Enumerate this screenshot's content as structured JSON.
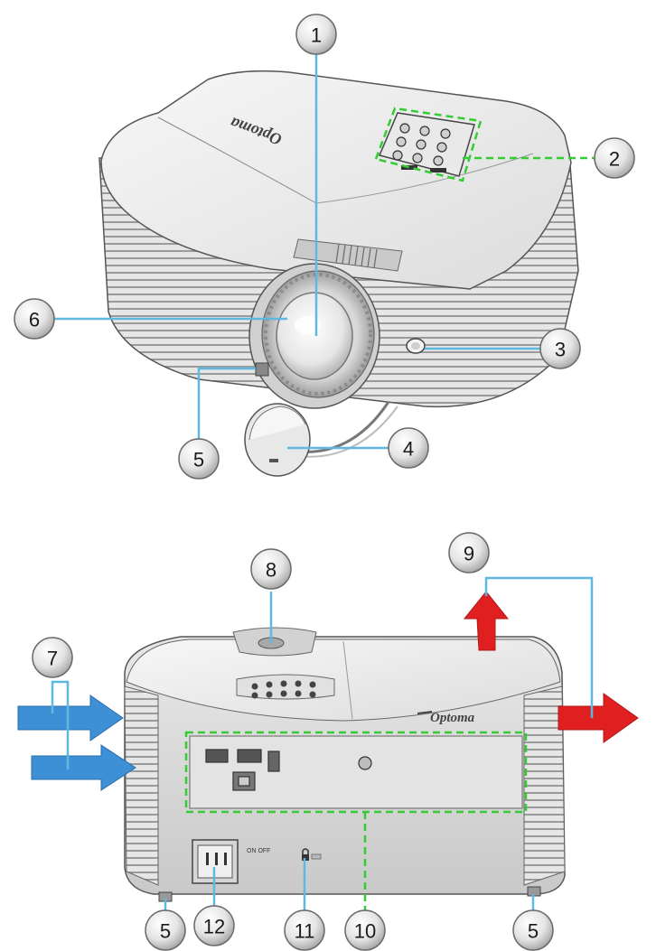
{
  "brand": "Optoma",
  "rear_panel_marks": {
    "power_switch": "ON OFF",
    "kensington": ""
  },
  "callouts": [
    {
      "id": "1",
      "label": "1",
      "view": "front"
    },
    {
      "id": "2",
      "label": "2",
      "view": "front"
    },
    {
      "id": "3",
      "label": "3",
      "view": "front"
    },
    {
      "id": "4",
      "label": "4",
      "view": "front"
    },
    {
      "id": "5",
      "label": "5",
      "view": "front"
    },
    {
      "id": "6",
      "label": "6",
      "view": "front"
    },
    {
      "id": "7",
      "label": "7",
      "view": "rear"
    },
    {
      "id": "8",
      "label": "8",
      "view": "rear"
    },
    {
      "id": "9",
      "label": "9",
      "view": "rear"
    },
    {
      "id": "10",
      "label": "10",
      "view": "rear"
    },
    {
      "id": "11",
      "label": "11",
      "view": "rear"
    },
    {
      "id": "12",
      "label": "12",
      "view": "rear"
    },
    {
      "id": "5b",
      "label": "5",
      "view": "rear"
    },
    {
      "id": "5c",
      "label": "5",
      "view": "rear"
    }
  ],
  "colors": {
    "leader": "#5fb8df",
    "dashed_leader": "#33cc33",
    "intake_arrow": "#3d8fd6",
    "exhaust_arrow": "#e02020",
    "body_light": "#f1f1f1",
    "body_shadow": "#cfcfcf",
    "outline": "#555555"
  }
}
